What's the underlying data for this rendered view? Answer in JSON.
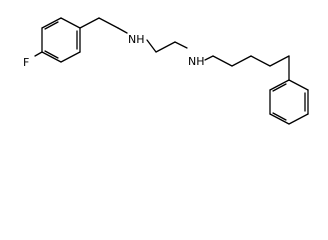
{
  "molecule": {
    "atoms": {
      "fluorine": "F",
      "amine_left": "NH",
      "amine_right": "NH"
    }
  }
}
